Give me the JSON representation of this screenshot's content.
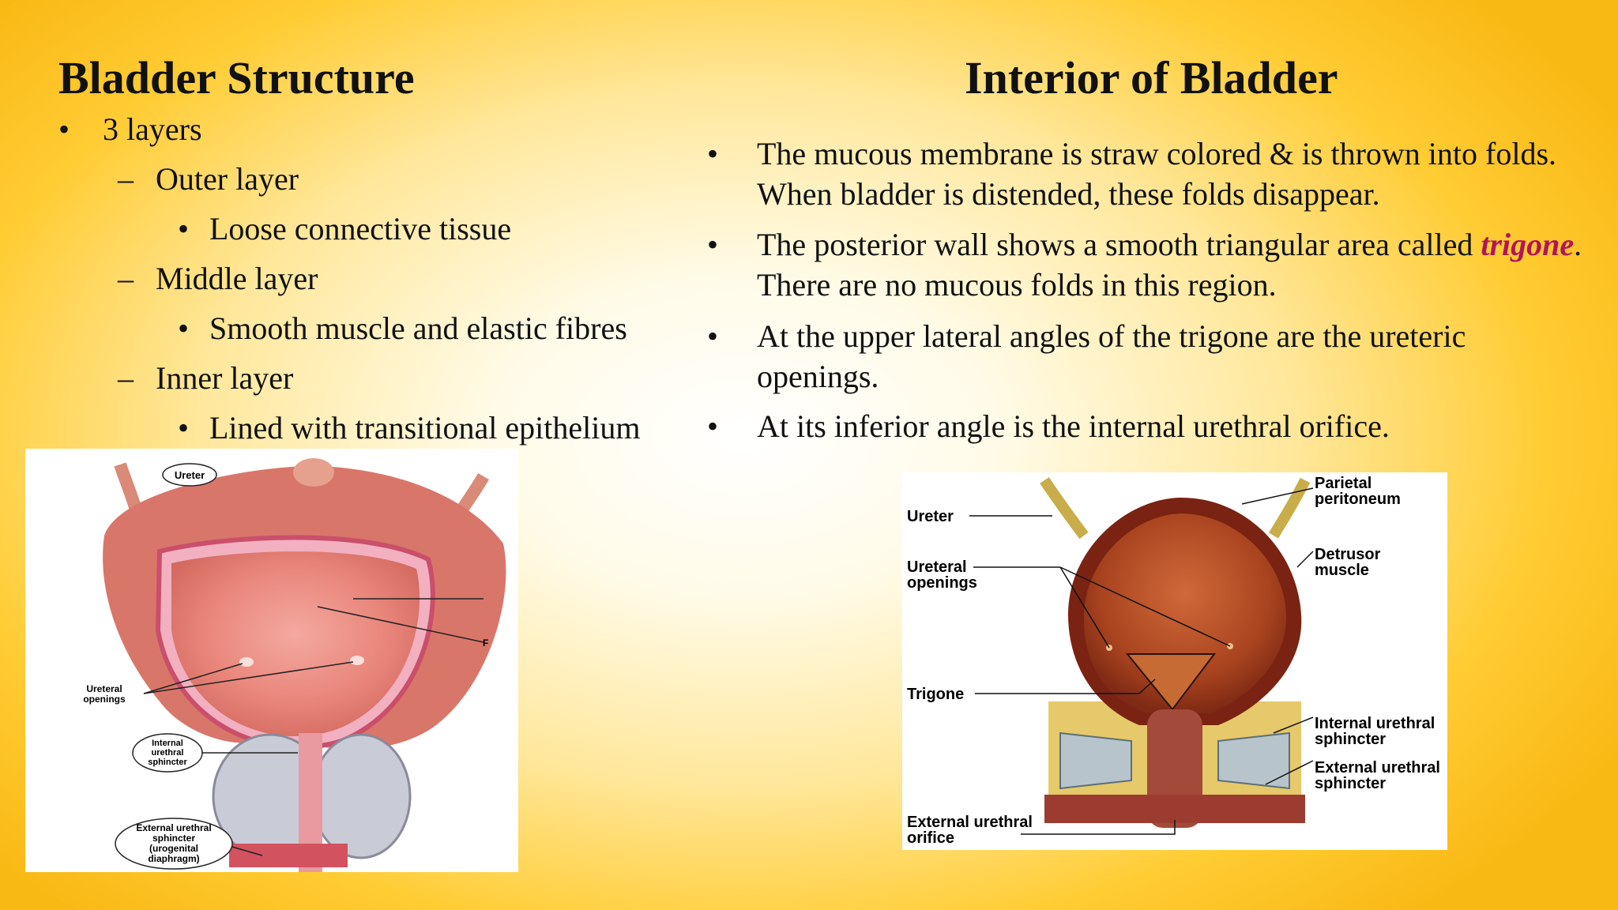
{
  "left": {
    "title": "Bladder Structure",
    "items": [
      {
        "marker": "•",
        "text": "3 layers"
      },
      {
        "marker": "–",
        "text": "Outer layer"
      },
      {
        "marker": "•",
        "text": "Loose connective tissue"
      },
      {
        "marker": "–",
        "text": "Middle layer"
      },
      {
        "marker": "•",
        "text": "Smooth muscle and elastic fibres"
      },
      {
        "marker": "–",
        "text": "Inner layer"
      },
      {
        "marker": "•",
        "text": "Lined with transitional epithelium"
      }
    ]
  },
  "right": {
    "title": "Interior of Bladder",
    "bullets": [
      {
        "marker": "•",
        "text": "The mucous membrane is straw  colored & is thrown into folds.  When bladder is distended, these folds disappear."
      },
      {
        "marker": "•",
        "text_before": "The posterior wall shows a  smooth triangular area called ",
        "highlight": "trigone",
        "text_after": ". There are no mucous folds in this region."
      },
      {
        "marker": "•",
        "text": "At the upper lateral angles of the trigone are the ureteric openings."
      },
      {
        "marker": "•",
        "text": "At its inferior angle is the internal urethral orifice."
      }
    ]
  },
  "figure_left": {
    "labels": {
      "ureter": "Ureter",
      "ureteral_openings_1": "Ureteral",
      "ureteral_openings_2": "openings",
      "internal_1": "Internal",
      "internal_2": "urethral",
      "internal_3": "sphincter",
      "external_1": "External urethral",
      "external_2": "sphincter",
      "external_3": "(urogenital",
      "external_4": "diaphragm)",
      "f_marker": "F"
    }
  },
  "figure_right": {
    "labels": {
      "ureter": "Ureter",
      "ureteral_openings_1": "Ureteral",
      "ureteral_openings_2": "openings",
      "trigone": "Trigone",
      "external_orifice_1": "External urethral",
      "external_orifice_2": "orifice",
      "parietal_1": "Parietal",
      "parietal_2": "peritoneum",
      "detrusor_1": "Detrusor",
      "detrusor_2": "muscle",
      "internal_sphincter_1": "Internal urethral",
      "internal_sphincter_2": "sphincter",
      "external_sphincter_1": "External urethral",
      "external_sphincter_2": "sphincter"
    }
  },
  "colors": {
    "accent": "#b0165a",
    "background_edge": "#f9b915",
    "background_center": "#ffffff"
  }
}
